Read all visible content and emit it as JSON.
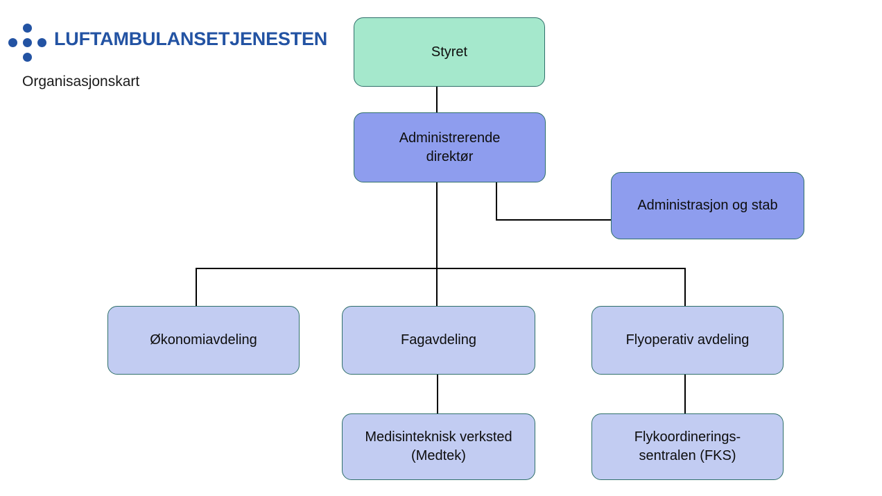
{
  "page": {
    "logo": {
      "text": "LUFTAMBULANSETJENESTEN",
      "icon": "five-dots-plus"
    },
    "subtitle": "Organisasjonskart"
  },
  "colors": {
    "logo-blue": "#2353a3",
    "board-fill": "#a5e8cc",
    "exec-fill": "#8e9dee",
    "dept-fill": "#c2ccf2",
    "node-border": "#2f6f6a",
    "connector": "#000000",
    "text": "#0d0d0d"
  },
  "nodes": {
    "styret": {
      "label": "Styret"
    },
    "adm_direktor": {
      "label": "Administrerende direktør"
    },
    "adm_stab": {
      "label": "Administrasjon og stab"
    },
    "okonomi": {
      "label": "Økonomiavdeling"
    },
    "fag": {
      "label": "Fagavdeling"
    },
    "flyoperativ": {
      "label": "Flyoperativ avdeling"
    },
    "medtek": {
      "label": "Medisinteknisk verksted (Medtek)"
    },
    "fks": {
      "label": "Flykoordinerings-sentralen (FKS)"
    }
  },
  "edges": [
    {
      "from": "styret",
      "to": "adm_direktor"
    },
    {
      "from": "adm_direktor",
      "to": "adm_stab"
    },
    {
      "from": "adm_direktor",
      "to": "okonomi"
    },
    {
      "from": "adm_direktor",
      "to": "fag"
    },
    {
      "from": "adm_direktor",
      "to": "flyoperativ"
    },
    {
      "from": "fag",
      "to": "medtek"
    },
    {
      "from": "flyoperativ",
      "to": "fks"
    }
  ]
}
